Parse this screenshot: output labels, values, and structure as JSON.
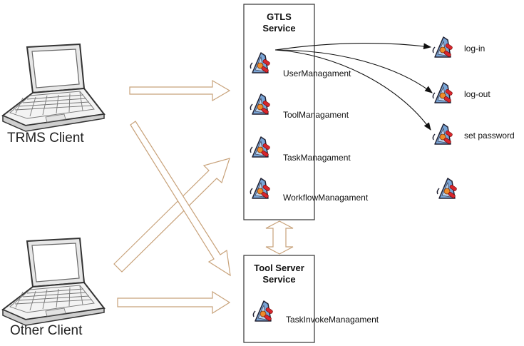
{
  "clients": {
    "trms": {
      "label": "TRMS Client"
    },
    "other": {
      "label": "Other Client"
    }
  },
  "gtls": {
    "title_line1": "GTLS",
    "title_line2": "Service",
    "services": [
      {
        "label": "UserManagament",
        "icon": "component-icon"
      },
      {
        "label": "ToolManagament",
        "icon": "component-icon"
      },
      {
        "label": "TaskManagament",
        "icon": "component-icon"
      },
      {
        "label": "WorkflowManagament",
        "icon": "component-icon"
      }
    ]
  },
  "tool_server": {
    "title_line1": "Tool Server",
    "title_line2": "Service",
    "services": [
      {
        "label": "TaskInvokeManagament",
        "icon": "component-icon"
      }
    ]
  },
  "methods": [
    {
      "label": "log-in",
      "icon": "component-icon"
    },
    {
      "label": "log-out",
      "icon": "component-icon"
    },
    {
      "label": "set password",
      "icon": "component-icon"
    },
    {
      "label": "",
      "icon": "component-icon"
    }
  ],
  "colors": {
    "arrow_outline": "#c8a27a",
    "box_border": "#333333",
    "icon_blue": "#7aa6d8",
    "icon_orange": "#f08a2a",
    "icon_red": "#d8262c"
  }
}
